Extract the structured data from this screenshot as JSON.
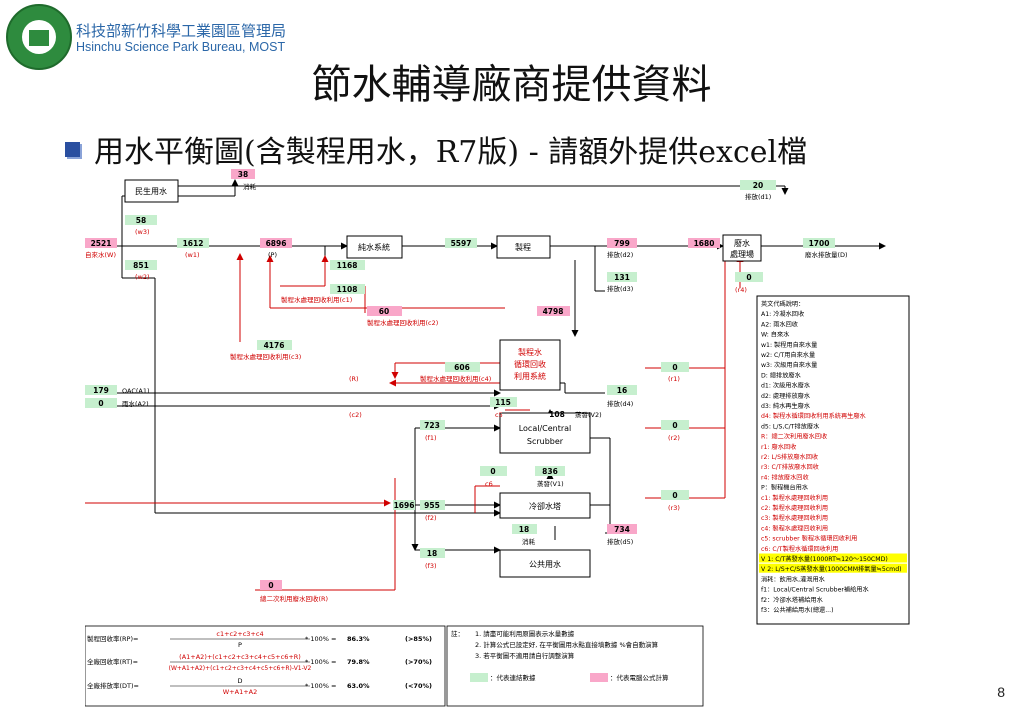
{
  "header": {
    "org_zh": "科技部新竹科學工業園區管理局",
    "org_en": "Hsinchu Science Park Bureau, MOST",
    "title": "節水輔導廠商提供資料",
    "subtitle": "用水平衡圖(含製程用水，R7版) - 請額外提供excel檔",
    "page_number": "8"
  },
  "boxes": {
    "domestic": "民生用水",
    "pure": "純水系統",
    "process": "製程",
    "wastewater_1": "廢水",
    "wastewater_2": "處理場",
    "recycle_1": "製程水",
    "recycle_2": "循環回收",
    "recycle_3": "利用系統",
    "scrubber_1": "Local/Central",
    "scrubber_2": "Scrubber",
    "cooling": "冷卻水塔",
    "public": "公共用水"
  },
  "values": {
    "v38": "38",
    "v20": "20",
    "v58": "58",
    "v2521": "2521",
    "v1612": "1612",
    "v6896": "6896",
    "v5597": "5597",
    "v799": "799",
    "v1680": "1680",
    "v1700": "1700",
    "v851": "851",
    "v1168": "1168",
    "v1108": "1108",
    "v131": "131",
    "v0r4": "0",
    "v60": "60",
    "v4798": "4798",
    "v4176": "4176",
    "v606": "606",
    "v0r1": "0",
    "v179": "179",
    "v0a2": "0",
    "v16": "16",
    "v115": "115",
    "v108": "108",
    "v723": "723",
    "v0r2": "0",
    "v0c6": "0",
    "v836": "836",
    "v1696": "1696",
    "v955": "955",
    "v0r3": "0",
    "v18a": "18",
    "v734": "734",
    "v18b": "18",
    "v0bot": "0"
  },
  "labels": {
    "evap_top": "消耗",
    "d1": "排放(d1)",
    "w3": "(w3)",
    "tap_w": "自來水(W)",
    "w1": "(w1)",
    "w2": "(w2)",
    "p": "(P)",
    "d2": "排放(d2)",
    "d3": "排放(d3)",
    "discharge_d": "廢水排放量(D)",
    "r4": "(r4)",
    "c1": "製程水處理回收利用(c1)",
    "c2": "製程水處理回收利用(c2)",
    "c3": "製程水處理回收利用(c3)",
    "c4": "製程水處理回收利用(c4)",
    "r": "(R)",
    "r1": "(r1)",
    "oac": "OAC(A1)",
    "rain": "雨水(A2)",
    "c2b": "(c2)",
    "d4": "排放(d4)",
    "c5": "c5",
    "evap_v2": "蒸發(V2)",
    "f1": "(f1)",
    "r2": "(r2)",
    "c6": "c6",
    "evap_v1": "蒸發(V1)",
    "f2": "(f2)",
    "r3": "(r3)",
    "evap_pub": "消耗",
    "f3": "(f3)",
    "d5": "排放(d5)",
    "secondary": "總二次利用廢水回收(R)"
  },
  "legend": [
    {
      "text": "英文代碼說明：",
      "color": "#000"
    },
    {
      "text": "A1: 冷凝水回收",
      "color": "#000"
    },
    {
      "text": "A2: 雨水回收",
      "color": "#000"
    },
    {
      "text": "W: 自來水",
      "color": "#000"
    },
    {
      "text": "w1: 製程用自來水量",
      "color": "#000"
    },
    {
      "text": "w2: C/T用自來水量",
      "color": "#000"
    },
    {
      "text": "w3: 次級用自來水量",
      "color": "#000"
    },
    {
      "text": "D: 總排放廢水",
      "color": "#000"
    },
    {
      "text": "d1: 次級用水廢水",
      "color": "#000"
    },
    {
      "text": "d2: 處理排放廢水",
      "color": "#000"
    },
    {
      "text": "d3: 純水再生廢水",
      "color": "#000"
    },
    {
      "text": "d4: 製程水循環回收利用系統再生廢水",
      "color": "#d00000"
    },
    {
      "text": "d5: L/S,C/T排放廢水",
      "color": "#000"
    },
    {
      "text": "R：總二次利用廢水回收",
      "color": "#d00000"
    },
    {
      "text": "r1: 廢水回收",
      "color": "#d00000"
    },
    {
      "text": "r2: L/S排放廢水回收",
      "color": "#d00000"
    },
    {
      "text": "r3: C/T排放廢水回收",
      "color": "#d00000"
    },
    {
      "text": "r4: 排放廢水回收",
      "color": "#d00000"
    },
    {
      "text": "P：製程機台用水",
      "color": "#000"
    },
    {
      "text": "c1: 製程水處理回收利用",
      "color": "#d00000"
    },
    {
      "text": "c2: 製程水處理回收利用",
      "color": "#d00000"
    },
    {
      "text": "c3: 製程水處理回收利用",
      "color": "#d00000"
    },
    {
      "text": "c4: 製程水處理回收利用",
      "color": "#d00000"
    },
    {
      "text": "c5: scrubber 製程水循環回收利用",
      "color": "#d00000"
    },
    {
      "text": "c6: C/T製程水循環回收利用",
      "color": "#d00000"
    },
    {
      "text": "V 1: C/T蒸發水量(1000RT≒120～150CMD)",
      "color": "#000",
      "highlight": true
    },
    {
      "text": "V 2: L/S+C/S蒸發水量(1000CMM排氣量≒5cmd)",
      "color": "#000",
      "highlight": true
    },
    {
      "text": "消耗：飲用水,灌溉用水",
      "color": "#000"
    },
    {
      "text": "f1：Local/Central Scrubber補給用水",
      "color": "#000"
    },
    {
      "text": "f2：冷卻水塔補給用水",
      "color": "#000"
    },
    {
      "text": "f3：公共補給用水(總還...)",
      "color": "#000"
    }
  ],
  "formulas": [
    {
      "label": "製程回收率(RP)=",
      "num": "c1+c2+c3+c4",
      "den": "P",
      "pct": "* 100% =",
      "value": "86.3%",
      "target": "(>85%)"
    },
    {
      "label": "全廠回收率(RT)=",
      "num": "(A1+A2)+(c1+c2+c3+c4+c5+c6+R)",
      "den": "(W+A1+A2)+(c1+c2+c3+c4+c5+c6+R)-V1-V2",
      "pct": "* 100% =",
      "value": "79.8%",
      "target": "(>70%)"
    },
    {
      "label": "全廠排放率(DT)=",
      "num": "D",
      "den": "W+A1+A2",
      "pct": "* 100% =",
      "value": "63.0%",
      "target": "(<70%)"
    }
  ],
  "notes": {
    "head": "註：",
    "n1": "1. 請盡可能利用原圖表示水量數據",
    "n2": "2. 計算公式已設定好, 在平衡圖用水點直接填數據 %會自動演算",
    "n3": "3. 若平衡圖不適用請自行調整演算",
    "legend_green": "：代表連結數據",
    "legend_pink": "：代表電腦公式計算"
  },
  "colors": {
    "green": "#c6efce",
    "pink": "#f9a7c9",
    "red": "#d00000",
    "blue": "#2b67a8",
    "highlight": "#ffff00"
  }
}
